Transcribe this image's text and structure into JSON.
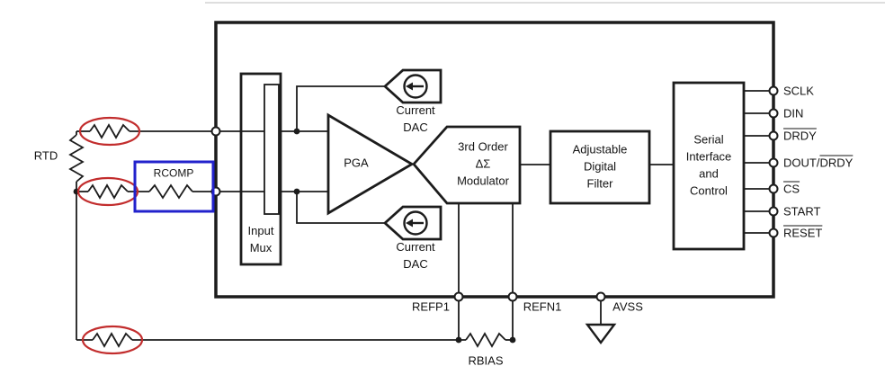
{
  "labels": {
    "rtd": "RTD",
    "rcomp": "RCOMP",
    "rbias": "RBIAS",
    "input_mux": "Input\nMux",
    "pga": "PGA",
    "current_dac_top": "Current\nDAC",
    "current_dac_bottom": "Current\nDAC",
    "modulator": "3rd Order\nΔΣ\nModulator",
    "digital_filter": "Adjustable\nDigital\nFilter",
    "serial_interface": "Serial\nInterface\nand\nControl"
  },
  "pins_right": [
    {
      "pre": "SCLK",
      "ov": ""
    },
    {
      "pre": "DIN",
      "ov": ""
    },
    {
      "pre": "",
      "ov": "DRDY"
    },
    {
      "pre": "DOUT/",
      "ov": "DRDY"
    },
    {
      "pre": "",
      "ov": "CS"
    },
    {
      "pre": "START",
      "ov": ""
    },
    {
      "pre": "",
      "ov": "RESET"
    }
  ],
  "pins_bottom": {
    "refp1": "REFP1",
    "refn1": "REFN1",
    "avss": "AVSS"
  },
  "colors": {
    "wire": "#1c1c1c",
    "highlight_red": "#c22d2d",
    "highlight_blue": "#2222cc",
    "background": "#ffffff"
  }
}
